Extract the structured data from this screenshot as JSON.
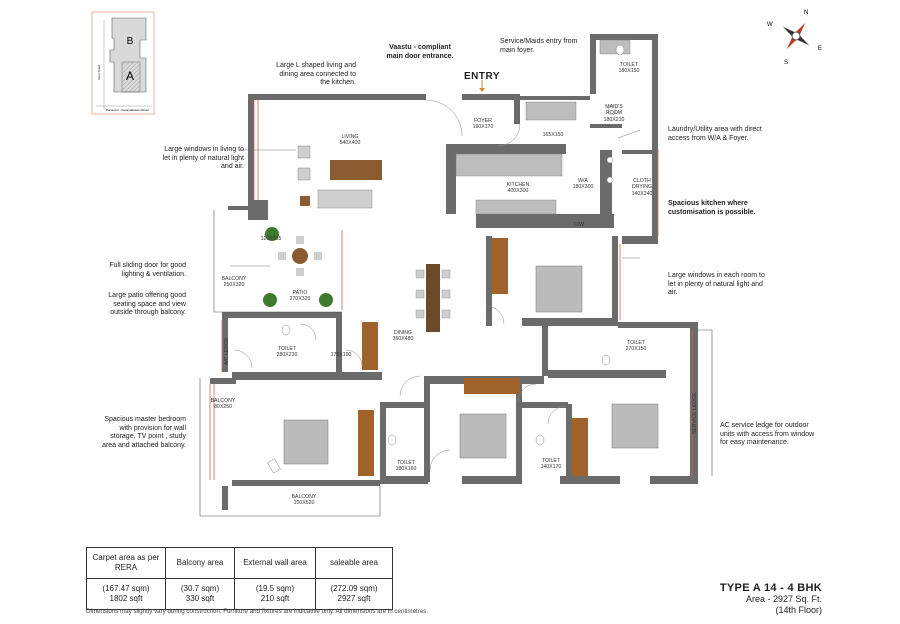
{
  "key_plan": {
    "block_top": "B",
    "block_bottom": "A",
    "road_side": "Inner Road",
    "road_bottom": "Panavoor - Kesavadasam Road"
  },
  "entry_label": "ENTRY",
  "rooms": {
    "living": {
      "name": "LIVING",
      "dim": "540X400"
    },
    "foyer": {
      "name": "FOYER",
      "dim": "190x170"
    },
    "passage": {
      "dim": "165X150"
    },
    "maids_room": {
      "name": "MAID'S ROOM",
      "dim": "180x210"
    },
    "toilet_maid": {
      "name": "TOILET",
      "dim": "180X150"
    },
    "kitchen": {
      "name": "KITCHEN",
      "dim": "400X300"
    },
    "wa": {
      "name": "W/A",
      "dim": "180X300"
    },
    "cloth_drying": {
      "name": "CLOTH DRYING",
      "dim": "140x240"
    },
    "dw": "D/W",
    "corner": {
      "dim": "120X135"
    },
    "balcony_patio": {
      "name": "BALCONY",
      "dim": "250X320"
    },
    "patio": {
      "name": "PATIO",
      "dim": "270X320"
    },
    "dining": {
      "name": "DINING",
      "dim": "360X480"
    },
    "toilet_master": {
      "name": "TOILET",
      "dim": "280X230"
    },
    "dress": {
      "dim": "175X190"
    },
    "ac_ledge": "A/C Ledge",
    "balcony_master": {
      "name": "BALCONY",
      "dim": "80X250"
    },
    "balcony_bottom": {
      "name": "BALCONY",
      "dim": "100X520"
    },
    "toilet_2": {
      "name": "TOILET",
      "dim": "180X160"
    },
    "toilet_3": {
      "name": "TOILET",
      "dim": "140X170"
    },
    "toilet_4": {
      "name": "TOILET",
      "dim": "270X150"
    },
    "service_ledge": "Service Ledge"
  },
  "notes": {
    "living_l": "Large L shaped living and dining area connected to the kitchen.",
    "vaastu": "Vaastu - compliant main door entrance.",
    "service_entry": "Service/Maids entry from main foyer.",
    "laundry": "Laundry/Utility area with direct access from W/A & Foyer.",
    "large_windows_living": "Large windows in living to let in plenty of natural light and air.",
    "spacious_kitchen": "Spacious kitchen where customisation is possible.",
    "sliding_door": "Full sliding door for good lighting & ventilation.",
    "patio": "Large patio offering good seating space and view outside through balcony.",
    "windows_room": "Large windows in each room to let in plenty of natural light and air.",
    "master": "Spacious master bedroom with provision for wall storage, TV point , study area and attached balcony.",
    "ac_service": "AC service ledge for outdoor units with access from window for easy maintenance."
  },
  "compass": {
    "n": "N",
    "s": "S",
    "e": "E",
    "w": "W"
  },
  "area_table": {
    "headers": [
      "Carpet area as per RERA",
      "Balcony area",
      "External wall area",
      "saleable area"
    ],
    "sqm": [
      "(167.47 sqm)",
      "(30.7 sqm)",
      "(19.5 sqm)",
      "(272.09 sqm)"
    ],
    "sqft": [
      "1802 sqft",
      "330 sqft",
      "210 sqft",
      "2927 sqft"
    ]
  },
  "title": {
    "type": "TYPE A 14 - 4 BHK",
    "area": "Area - 2927 Sq. Ft.",
    "floor": "(14th Floor)"
  },
  "footer": "Dimensions may slightly vary during construction. Furniture and fixtures are indicative only. All dimensions are in centimetres."
}
